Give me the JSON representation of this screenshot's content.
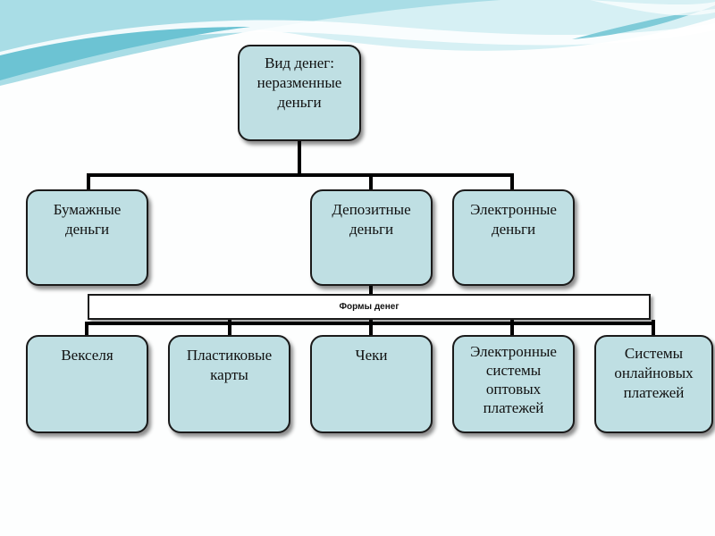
{
  "root": {
    "lines": [
      "Вид денег:",
      "неразменные",
      "деньги"
    ]
  },
  "forms_label": "Формы денег",
  "level1": [
    {
      "lines": [
        "Бумажные",
        "деньги"
      ]
    },
    {
      "lines": [
        "Депозитные",
        "деньги"
      ]
    },
    {
      "lines": [
        "Электронные",
        "деньги"
      ]
    }
  ],
  "level2": [
    {
      "lines": [
        "Векселя"
      ]
    },
    {
      "lines": [
        "Пластиковые",
        "карты"
      ]
    },
    {
      "lines": [
        "Чеки"
      ]
    },
    {
      "lines": [
        "Электронные",
        "системы",
        "оптовых",
        "платежей"
      ]
    },
    {
      "lines": [
        "Системы",
        "онлайновых",
        "платежей"
      ]
    }
  ],
  "colors": {
    "box_fill": "#bfdfe3",
    "border": "#1a1a1a",
    "wave_light": "#cfeef3",
    "wave_dark": "#6cc3d3"
  }
}
